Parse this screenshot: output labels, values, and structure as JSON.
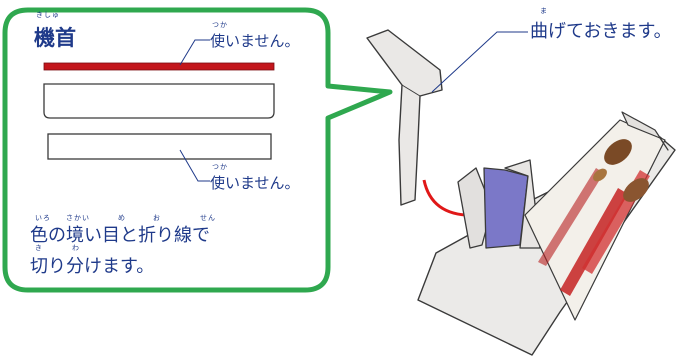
{
  "callout": {
    "heading": {
      "ruby": "きしゅ",
      "text": "機首"
    },
    "label_top": {
      "ruby": "つか",
      "text": "使いません。"
    },
    "label_bottom": {
      "ruby": "つか",
      "text": "使いません。"
    },
    "instruction": {
      "line1_ruby": [
        "いろ",
        "さかい",
        "め",
        "お",
        "せん"
      ],
      "line1": "色の境い目と折り線で",
      "line2_ruby": [
        "き",
        "わ"
      ],
      "line2": "切り分けます。"
    }
  },
  "right_label": {
    "ruby": "ま",
    "text": "曲げておきます。"
  },
  "colors": {
    "callout_border": "#2fa84f",
    "red_strip": "#c3161c",
    "text": "#1f3a8a",
    "arrow": "#e01818",
    "purple_panel": "#7b78c8"
  }
}
